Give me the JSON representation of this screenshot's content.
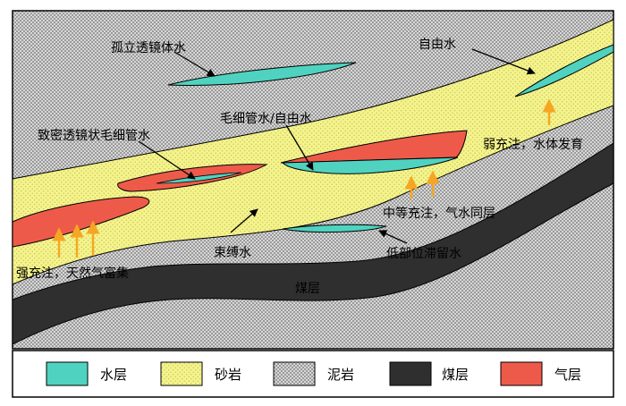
{
  "diagram": {
    "labels": {
      "isolated_lens_water": "孤立透镜体水",
      "free_water_right": "自由水",
      "dense_lens_capillary": "致密透镜状毛细管水",
      "capillary_free": "毛细管水/自由水",
      "weak_fill": "弱充注，水体发育",
      "medium_fill": "中等充注，气水同层",
      "bound_water": "束缚水",
      "low_stagnant": "低部位滞留水",
      "strong_fill": "强充注，天然气富集",
      "coal_seam": "煤层"
    },
    "legend": [
      {
        "label": "水层",
        "color": "#4fd3c0",
        "pattern": "solid"
      },
      {
        "label": "砂岩",
        "color": "#f2f08a",
        "pattern": "dots"
      },
      {
        "label": "泥岩",
        "color": "#c9c9c9",
        "pattern": "checker"
      },
      {
        "label": "煤层",
        "color": "#2f2f2f",
        "pattern": "solid"
      },
      {
        "label": "气层",
        "color": "#ee5a4a",
        "pattern": "solid"
      }
    ],
    "colors": {
      "water": "#4fd3c0",
      "sandstone": "#f2f08a",
      "mudstone": "#c9c9c9",
      "coal": "#2f2f2f",
      "gas": "#ee5a4a",
      "arrow": "#f5a623"
    }
  }
}
